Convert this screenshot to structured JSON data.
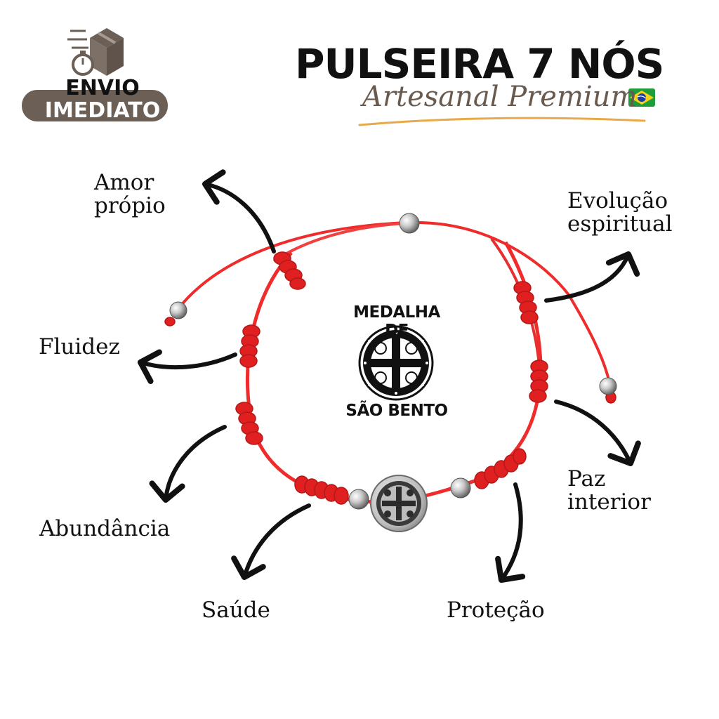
{
  "header": {
    "title": "PULSEIRA 7 NÓS",
    "subtitle": "Artesanal Premium",
    "accent_color": "#6a5a4e",
    "underline_color": "#e8a94a"
  },
  "shipping_badge": {
    "line1": "ENVIO",
    "line2": "IMEDIATO",
    "icon": "delivery-box-icon",
    "badge_color": "#6b5f56"
  },
  "flag_icon": "brazil-flag-icon",
  "medal_label": {
    "top": "MEDALHA DE",
    "bottom": "SÃO BENTO"
  },
  "benefits": {
    "amor": "Amor\nprópio",
    "evolucao": "Evolução\nespiritual",
    "fluidez": "Fluidez",
    "paz": "Paz\ninterior",
    "abundancia": "Abundância",
    "saude": "Saúde",
    "protecao": "Proteção"
  },
  "product_colors": {
    "cord": "#ef2b2b",
    "knot": "#e02020",
    "bead": "#c8c8c8"
  }
}
